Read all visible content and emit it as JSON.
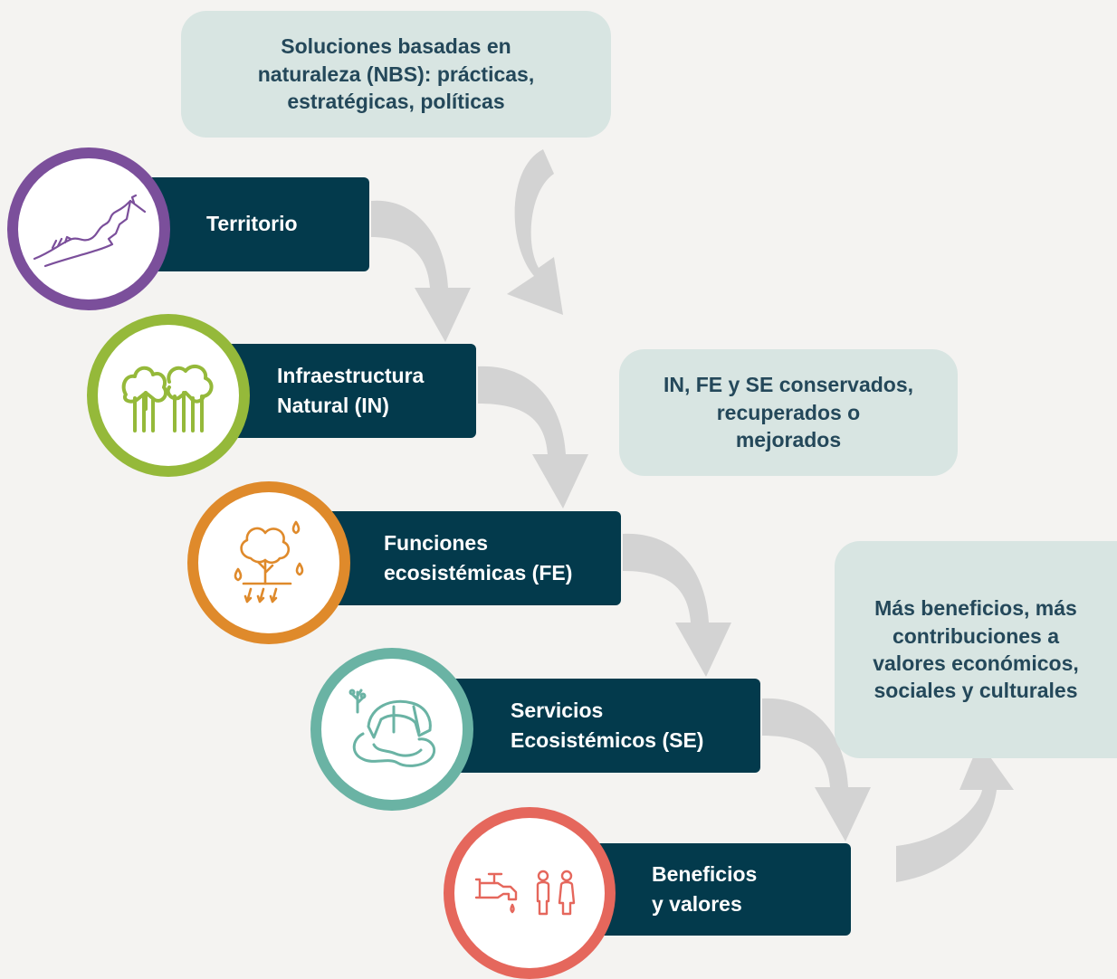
{
  "callouts": {
    "nbs": [
      "Soluciones basadas en",
      "naturaleza (NBS): prácticas,",
      "estratégicas, políticas"
    ],
    "conserved": [
      "IN, FE y SE conservados,",
      "recuperados o",
      "mejorados"
    ],
    "benefits": [
      "Más beneficios, más",
      "contribuciones a",
      "valores económicos,",
      "sociales y culturales"
    ]
  },
  "steps": [
    {
      "lines": [
        "Territorio"
      ],
      "icon": "mountain-coast-icon",
      "color": "#7b4f9b"
    },
    {
      "lines": [
        "Infraestructura",
        "Natural (IN)"
      ],
      "icon": "forest-trees-icon",
      "color": "#95b93a"
    },
    {
      "lines": [
        "Funciones",
        "ecosistémicas (FE)"
      ],
      "icon": "tree-rain-icon",
      "color": "#df8a2b"
    },
    {
      "lines": [
        "Servicios",
        "Ecosistémicos (SE)"
      ],
      "icon": "water-bowl-icon",
      "color": "#6ab3a4"
    },
    {
      "lines": [
        "Beneficios",
        "y valores"
      ],
      "icon": "tap-people-icon",
      "color": "#e5675c"
    }
  ],
  "colors": {
    "background": "#f4f3f1",
    "bar": "#033a4c",
    "callout": "#d8e5e2",
    "callout_text": "#24485a",
    "arrow": "#d3d3d3"
  }
}
